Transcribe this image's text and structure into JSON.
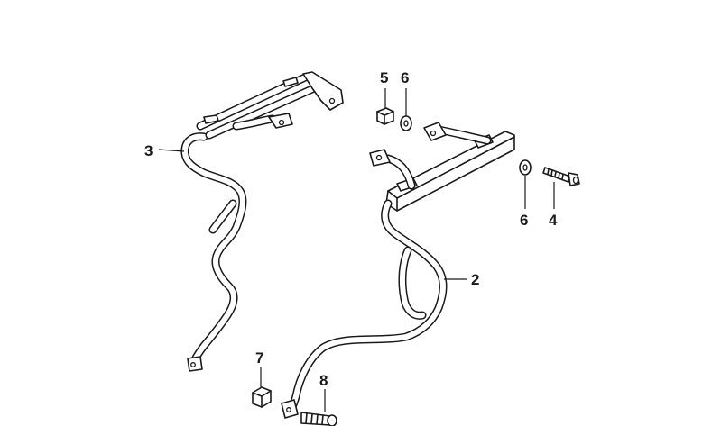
{
  "callouts": [
    {
      "id": "2",
      "label": "2"
    },
    {
      "id": "3",
      "label": "3"
    },
    {
      "id": "4",
      "label": "4"
    },
    {
      "id": "5",
      "label": "5"
    },
    {
      "id": "6a",
      "label": "6"
    },
    {
      "id": "6b",
      "label": "6"
    },
    {
      "id": "7",
      "label": "7"
    },
    {
      "id": "8",
      "label": "8"
    }
  ]
}
